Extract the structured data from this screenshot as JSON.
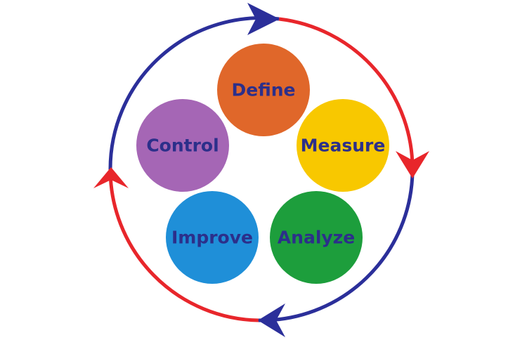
{
  "diagram": {
    "type": "cycle",
    "stages": [
      {
        "label": "Define",
        "color": "#e0672a"
      },
      {
        "label": "Measure",
        "color": "#f8c800"
      },
      {
        "label": "Analyze",
        "color": "#1d9e3c"
      },
      {
        "label": "Improve",
        "color": "#1f8fd8"
      },
      {
        "label": "Control",
        "color": "#a566b5"
      }
    ],
    "ring_colors": {
      "blue": "#2b2f9a",
      "red": "#e8262b"
    },
    "text_color": "#2c2f8a"
  }
}
